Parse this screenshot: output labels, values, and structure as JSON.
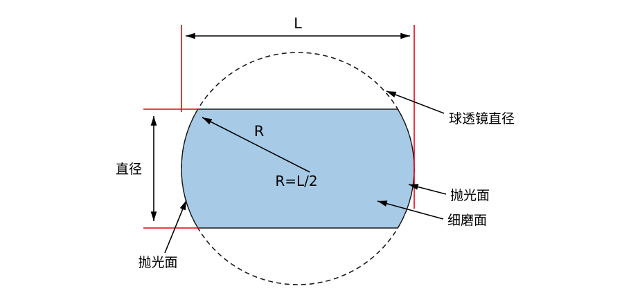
{
  "diagram": {
    "labels": {
      "length": "L",
      "diameter": "直径",
      "radius": "R",
      "radius_formula": "R=L/2",
      "ball_lens_diameter": "球透镜直径",
      "polished_surface_right": "抛光面",
      "fine_ground_surface": "细磨面",
      "polished_surface_bottom": "抛光面"
    },
    "colors": {
      "lens_fill": "#a7cbe6",
      "lens_stroke": "#1a1a1a",
      "guide_line": "#e60012",
      "line": "#000000"
    }
  }
}
